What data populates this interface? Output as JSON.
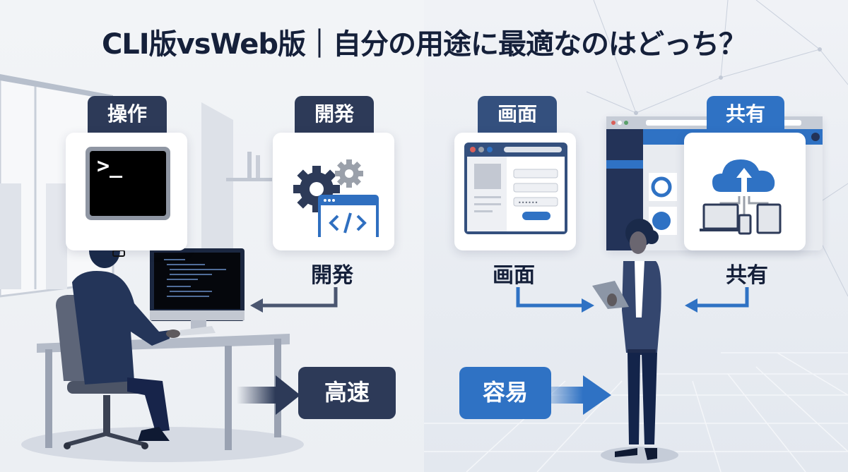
{
  "title": "CLI版vsWeb版｜自分の用途に最適なのはどっち？",
  "left_panel": {
    "theme": "CLI",
    "tag_operation": "操作",
    "tag_development": "開発",
    "terminal_prompt": ">_",
    "label_development": "開発",
    "pill_speed": "高速",
    "icons": [
      "terminal-icon",
      "gears-code-icon"
    ],
    "colors": {
      "tag": "#2d3a58",
      "arrow": "#4a5670"
    }
  },
  "right_panel": {
    "theme": "Web",
    "tag_screen": "画面",
    "tag_share": "共有",
    "label_screen": "画面",
    "label_share": "共有",
    "pill_easy": "容易",
    "icons": [
      "browser-form-icon",
      "cloud-upload-devices-icon"
    ],
    "colors": {
      "tag_screen": "#34507e",
      "tag_share": "#2f72c4",
      "arrow": "#2f72c4"
    }
  }
}
